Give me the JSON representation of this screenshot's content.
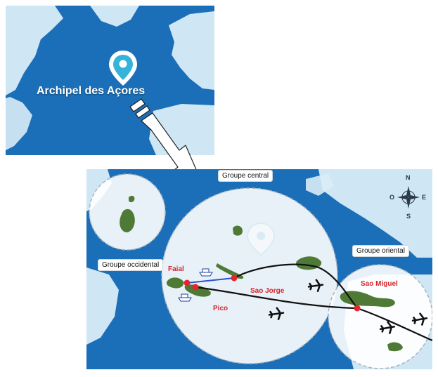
{
  "top": {
    "title": "Archipel des Açores"
  },
  "groups": {
    "western": "Groupe occidental",
    "central": "Groupe central",
    "eastern": "Groupe oriental"
  },
  "islands": {
    "faial": "Faial",
    "pico": "Pico",
    "sao_jorge": "Sao Jorge",
    "sao_miguel": "Sao Miguel"
  },
  "compass": {
    "north": "N",
    "east": "E",
    "south": "S",
    "west": "O"
  },
  "colors": {
    "ocean": "#1b6fb8",
    "land": "#d9ecf7",
    "island": "#4f7a35",
    "route": "#111111",
    "ferry": "#2f4fd8",
    "marker": "#e8232b"
  }
}
